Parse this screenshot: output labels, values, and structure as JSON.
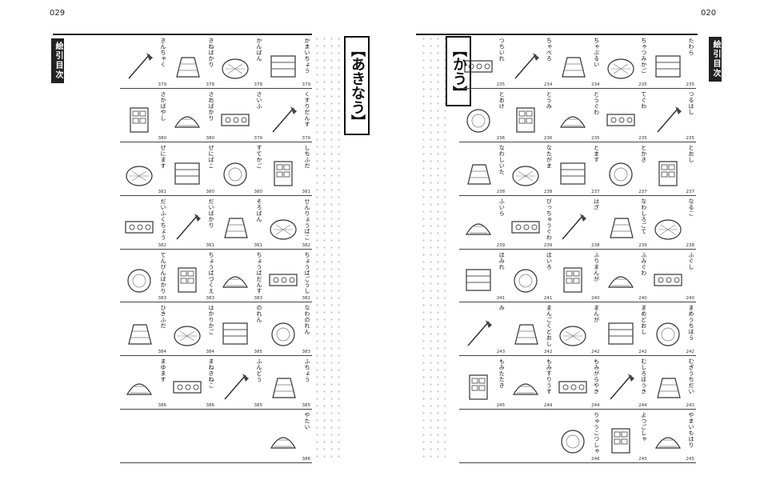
{
  "pages": {
    "left_number": "029",
    "right_number": "020"
  },
  "index_label": "絵引目次",
  "left_section": "【あきなう】",
  "right_section": "【かう】",
  "left_rows": [
    [
      {
        "reading": "かまいちょう",
        "num": "379"
      },
      {
        "reading": "かんばん",
        "num": "378"
      },
      {
        "reading": "きねばかり",
        "num": "378"
      },
      {
        "reading": "きんちゃく",
        "num": "379"
      }
    ],
    [
      {
        "reading": "くすりだんす",
        "num": "379"
      },
      {
        "reading": "さいふ",
        "num": "379"
      },
      {
        "reading": "さおばかり",
        "num": "380"
      },
      {
        "reading": "さかばやし",
        "num": "380"
      }
    ],
    [
      {
        "reading": "しちふだ",
        "num": "381"
      },
      {
        "reading": "すてかご",
        "num": "380"
      },
      {
        "reading": "ぜにばこ",
        "num": "380"
      },
      {
        "reading": "ぜにます",
        "num": "381"
      }
    ],
    [
      {
        "reading": "せんりょうばこ",
        "num": "382"
      },
      {
        "reading": "そろばん",
        "num": "381"
      },
      {
        "reading": "だいばかり",
        "num": "381"
      },
      {
        "reading": "だいふくちょう",
        "num": "382"
      }
    ],
    [
      {
        "reading": "ちょうばごうし",
        "num": "382"
      },
      {
        "reading": "ちょうばだんす",
        "num": "383"
      },
      {
        "reading": "ちょうばづくえ",
        "num": "383"
      },
      {
        "reading": "てんびんばかり",
        "num": "383"
      }
    ],
    [
      {
        "reading": "なわのれん",
        "num": "383"
      },
      {
        "reading": "のれん",
        "num": "385"
      },
      {
        "reading": "はかりかご",
        "num": "384"
      },
      {
        "reading": "ひきふだ",
        "num": "384"
      }
    ],
    [
      {
        "reading": "ふちょう",
        "num": "385"
      },
      {
        "reading": "ふんどう",
        "num": "385"
      },
      {
        "reading": "まねきねこ",
        "num": "386"
      },
      {
        "reading": "まゆます",
        "num": "386"
      }
    ],
    [
      {
        "reading": "やたい",
        "num": "386"
      },
      null,
      null,
      null
    ]
  ],
  "right_rows": [
    [
      {
        "reading": "たわら",
        "num": "235"
      },
      {
        "reading": "ちゃつみかご",
        "num": "235"
      },
      {
        "reading": "ちゃぶるい",
        "num": "234"
      },
      {
        "reading": "ちゃべろ",
        "num": "234"
      },
      {
        "reading": "つちいれ",
        "num": "235"
      }
    ],
    [
      {
        "reading": "つるはし",
        "num": "235"
      },
      {
        "reading": "てぐわ",
        "num": "235"
      },
      {
        "reading": "とうぐわ",
        "num": "235"
      },
      {
        "reading": "とうみ",
        "num": "236"
      },
      {
        "reading": "とおけ",
        "num": "236"
      }
    ],
    [
      {
        "reading": "とおし",
        "num": "237"
      },
      {
        "reading": "とかき",
        "num": "237"
      },
      {
        "reading": "とます",
        "num": "237"
      },
      {
        "reading": "なたがま",
        "num": "238"
      },
      {
        "reading": "なわしいた",
        "num": "238"
      }
    ],
    [
      {
        "reading": "なるこ",
        "num": "238"
      },
      {
        "reading": "なわしろごて",
        "num": "239"
      },
      {
        "reading": "はざ",
        "num": "238"
      },
      {
        "reading": "びっちゅうぐわ",
        "num": "239"
      },
      {
        "reading": "ふいら",
        "num": "239"
      }
    ],
    [
      {
        "reading": "ふぐし",
        "num": "240"
      },
      {
        "reading": "ふみぐわ",
        "num": "240"
      },
      {
        "reading": "ふりまんが",
        "num": "240"
      },
      {
        "reading": "ほいろ",
        "num": "241"
      },
      {
        "reading": "ほみれ",
        "num": "241"
      }
    ],
    [
      {
        "reading": "まめうちぼう",
        "num": "242"
      },
      {
        "reading": "まめどおし",
        "num": "242"
      },
      {
        "reading": "まんが",
        "num": "242"
      },
      {
        "reading": "まんごくどおし",
        "num": "242"
      },
      {
        "reading": "み",
        "num": "243"
      }
    ],
    [
      {
        "reading": "むぎうちだい",
        "num": "243"
      },
      {
        "reading": "むしろぼうき",
        "num": "244"
      },
      {
        "reading": "もみがらやき",
        "num": "244"
      },
      {
        "reading": "もみすりうす",
        "num": "244"
      },
      {
        "reading": "もみたたき",
        "num": "245"
      }
    ],
    [
      {
        "reading": "やまいもほり",
        "num": "245"
      },
      {
        "reading": "よつごしゃ",
        "num": "245"
      },
      {
        "reading": "りゅうこつしゃ",
        "num": "246"
      },
      null,
      null
    ]
  ]
}
